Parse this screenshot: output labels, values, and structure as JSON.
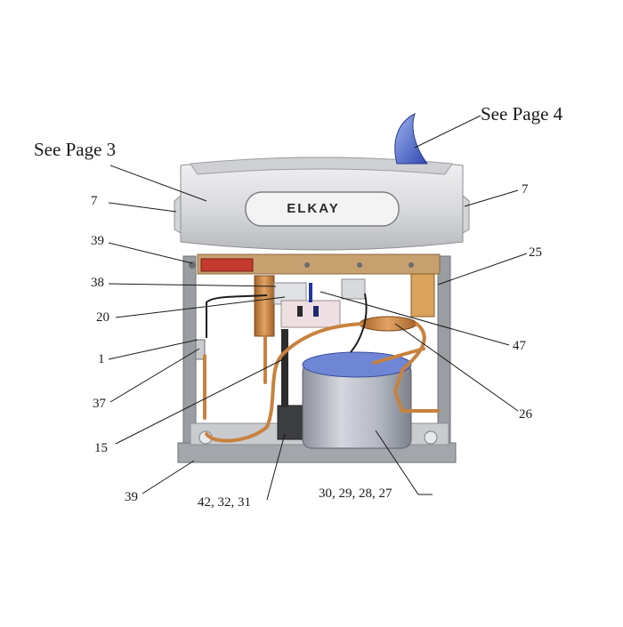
{
  "brand_logo": "ELKAY",
  "references": {
    "see_page_3": "See Page 3",
    "see_page_4": "See Page 4"
  },
  "callouts": {
    "c7_left": "7",
    "c7_right": "7",
    "c39_top": "39",
    "c38": "38",
    "c20": "20",
    "c1": "1",
    "c37": "37",
    "c15": "15",
    "c39_bottom": "39",
    "c42_32_31": "42, 32, 31",
    "c30_29_28_27": "30, 29, 28, 27",
    "c26": "26",
    "c47": "47",
    "c25": "25"
  },
  "colors": {
    "copper": "#c8823e",
    "frame": "#8e9196",
    "basin": "#e1e2e4",
    "bubbler_blue": "#4a63c7",
    "tank": "#b9bcc4"
  }
}
